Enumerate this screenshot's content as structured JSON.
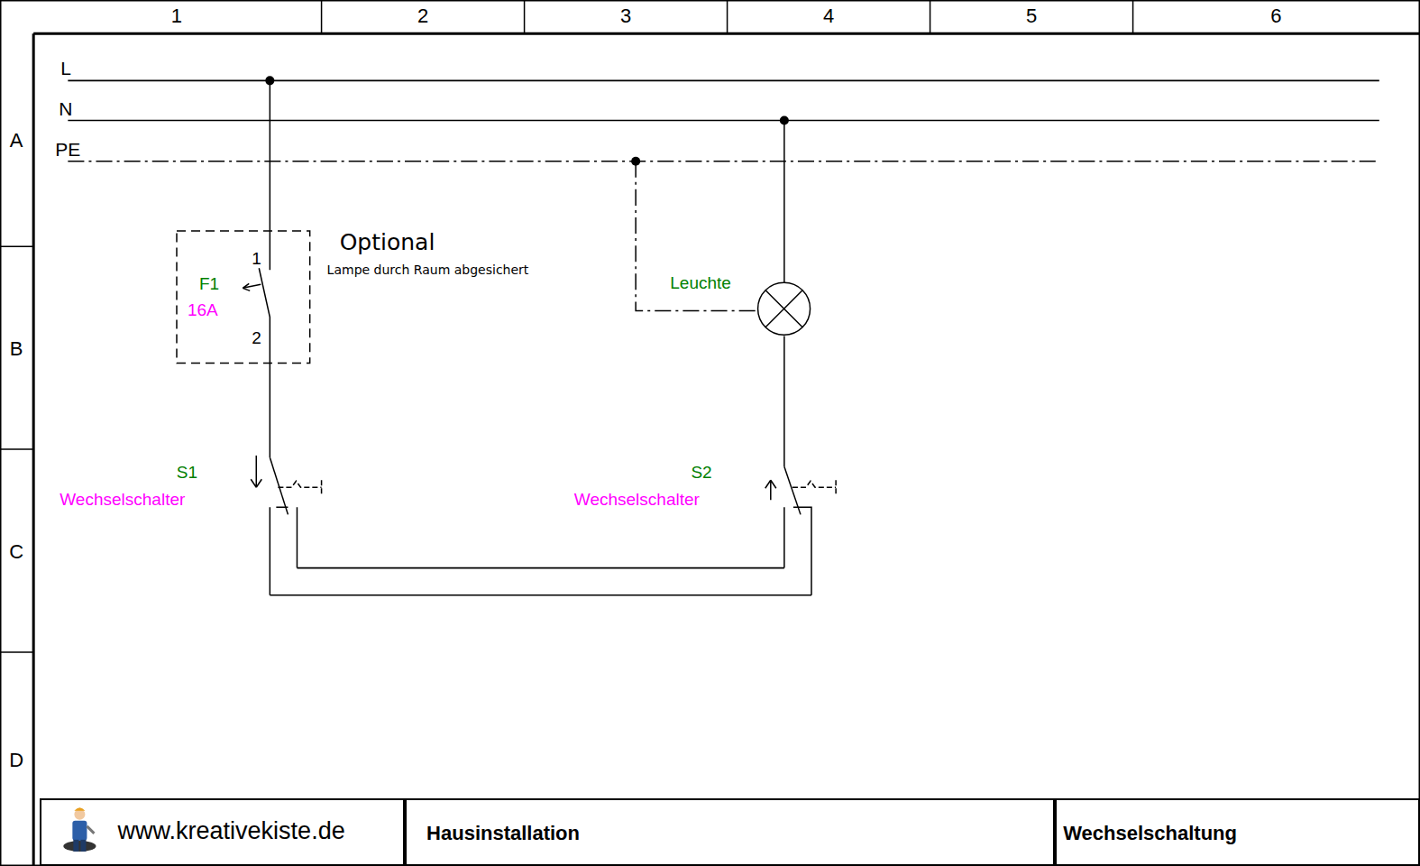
{
  "diagram": {
    "nodes": [
      {
        "text": [
          "1",
          "F1",
          "16A",
          "2"
        ]
      },
      {
        "text": [
          "Leuchte"
        ]
      },
      {
        "text": [
          "www.kreativekiste.de"
        ]
      },
      {
        "text": [
          "Hausinstallation"
        ]
      },
      {
        "text": [
          "Wechselschaltung"
        ]
      }
    ],
    "labels": [
      "1",
      "2",
      "3",
      "4",
      "5",
      "6",
      "A",
      "B",
      "C",
      "D",
      "L",
      "N",
      "PE",
      "Optional",
      "Lampe durch Raum abgesichert",
      "S1",
      "Wechselschalter",
      "S2",
      "Wechselschalter"
    ]
  }
}
